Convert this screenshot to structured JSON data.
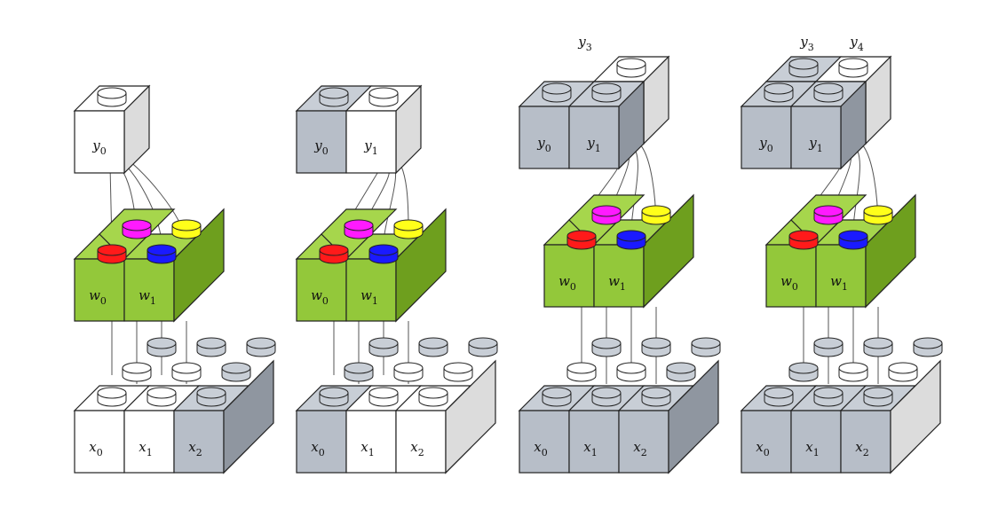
{
  "colors": {
    "active_front": "#ffffff",
    "active_side": "#dcdcdc",
    "active_top": "#ffffff",
    "inactive_front": "#b7bec8",
    "inactive_side": "#8f96a0",
    "inactive_top": "#c8ced6",
    "weight_front": "#93c83a",
    "weight_side": "#6e9f1e",
    "weight_top": "#a6d64c",
    "stroke": "#222222",
    "connector": "#555555",
    "stud_red": "#ff1a1a",
    "stud_magenta": "#ff1aff",
    "stud_yellow": "#ffff1a",
    "stud_blue": "#1a1aff"
  },
  "panels": [
    {
      "weights": {
        "w0": {
          "base": "w",
          "sub": "0"
        },
        "w1": {
          "base": "w",
          "sub": "1"
        }
      },
      "inputs": [
        {
          "base": "x",
          "sub": "0",
          "active": true
        },
        {
          "base": "x",
          "sub": "1",
          "active": true
        },
        {
          "base": "x",
          "sub": "2",
          "active": false
        }
      ],
      "outputs": [
        {
          "base": "y",
          "sub": "0",
          "active": true
        }
      ],
      "top_labels": []
    },
    {
      "weights": {
        "w0": {
          "base": "w",
          "sub": "0"
        },
        "w1": {
          "base": "w",
          "sub": "1"
        }
      },
      "inputs": [
        {
          "base": "x",
          "sub": "0",
          "active": false
        },
        {
          "base": "x",
          "sub": "1",
          "active": true
        },
        {
          "base": "x",
          "sub": "2",
          "active": true
        }
      ],
      "outputs": [
        {
          "base": "y",
          "sub": "0",
          "active": false
        },
        {
          "base": "y",
          "sub": "1",
          "active": true
        }
      ],
      "top_labels": []
    },
    {
      "weights": {
        "w0": {
          "base": "w",
          "sub": "0"
        },
        "w1": {
          "base": "w",
          "sub": "1"
        }
      },
      "inputs": [
        {
          "base": "x",
          "sub": "0",
          "active": false
        },
        {
          "base": "x",
          "sub": "1",
          "active": false
        },
        {
          "base": "x",
          "sub": "2",
          "active": false
        }
      ],
      "outputs": [
        {
          "base": "y",
          "sub": "0",
          "active": false
        },
        {
          "base": "y",
          "sub": "1",
          "active": false
        }
      ],
      "top_labels": [
        {
          "base": "y",
          "sub": "3"
        }
      ]
    },
    {
      "weights": {
        "w0": {
          "base": "w",
          "sub": "0"
        },
        "w1": {
          "base": "w",
          "sub": "1"
        }
      },
      "inputs": [
        {
          "base": "x",
          "sub": "0",
          "active": false
        },
        {
          "base": "x",
          "sub": "1",
          "active": false
        },
        {
          "base": "x",
          "sub": "2",
          "active": false
        }
      ],
      "outputs": [
        {
          "base": "y",
          "sub": "0",
          "active": false
        },
        {
          "base": "y",
          "sub": "1",
          "active": false
        }
      ],
      "top_labels": [
        {
          "base": "y",
          "sub": "3"
        },
        {
          "base": "y",
          "sub": "4"
        }
      ]
    }
  ]
}
